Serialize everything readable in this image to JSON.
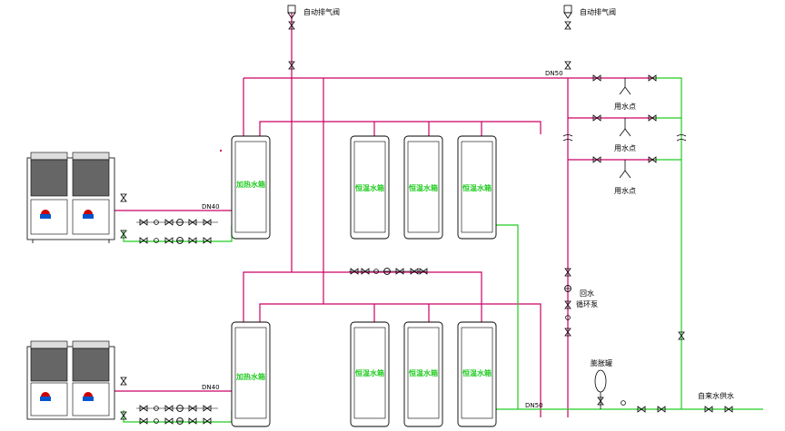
{
  "labels": {
    "auto_vent_valve": "自动排气阀",
    "dn50": "DN50",
    "dn40": "DN40",
    "water_point": "用水点",
    "heating_tank": "加热水箱",
    "constant_temp_tank": "恒温水箱",
    "circulation_pump_line1": "回水",
    "circulation_pump_line2": "循环泵",
    "expansion_tank": "膨胀罐",
    "tap_water_supply": "自来水供水"
  },
  "colors": {
    "hot_pipe": "#cc0066",
    "cold_pipe": "#22cc22",
    "black": "#000000",
    "tank_label": "#22cc22"
  },
  "icons": [
    "heat-pump-unit-icon",
    "valve-icon",
    "pump-icon",
    "expansion-tank-icon",
    "water-point-icon",
    "auto-vent-valve-icon",
    "pipe-break-icon"
  ]
}
